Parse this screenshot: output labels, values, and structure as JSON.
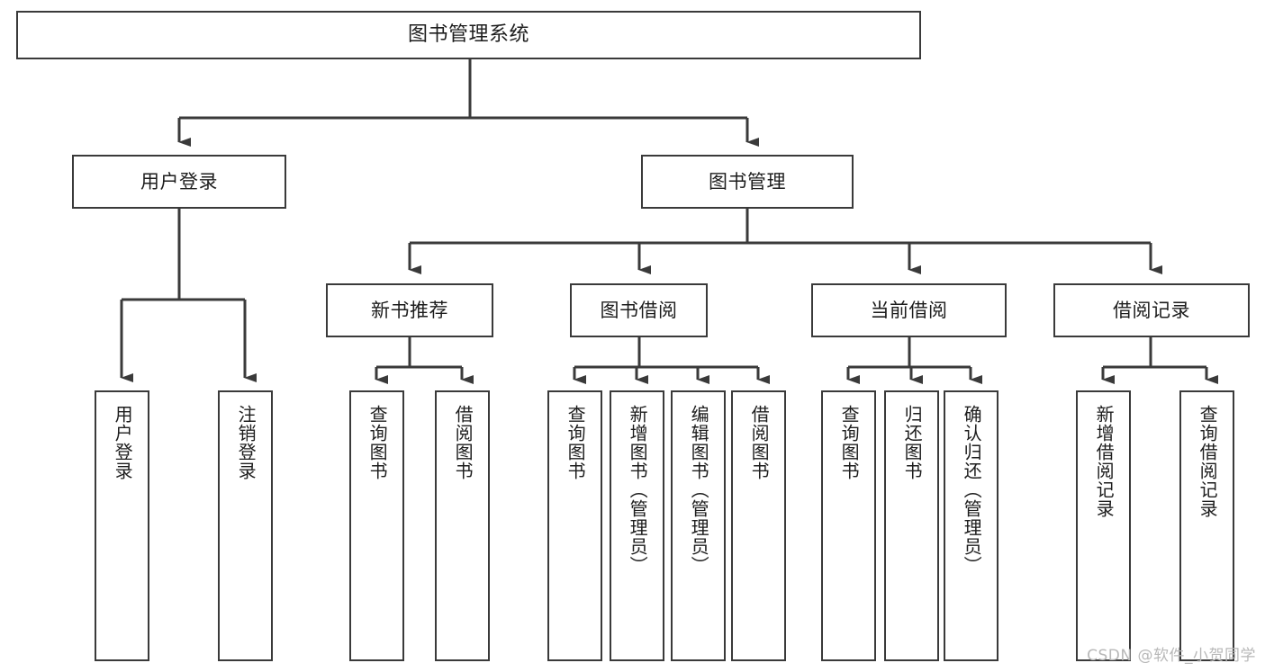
{
  "diagram": {
    "title": "图书管理系统",
    "type": "tree",
    "watermark": "CSDN @软件_小贺同学",
    "colors": {
      "background": "#ffffff",
      "box_border": "#3a3a3a",
      "box_fill": "#ffffff",
      "connector": "#3a3a3a",
      "text": "#1d1d1d",
      "watermark": "#b8b8b8"
    },
    "root": {
      "label": "图书管理系统"
    },
    "level2": [
      {
        "id": "user-login",
        "label": "用户登录"
      },
      {
        "id": "book-manage",
        "label": "图书管理"
      }
    ],
    "level3": [
      {
        "id": "new-book-rec",
        "label": "新书推荐"
      },
      {
        "id": "book-borrow",
        "label": "图书借阅"
      },
      {
        "id": "current-borrow",
        "label": "当前借阅"
      },
      {
        "id": "borrow-record",
        "label": "借阅记录"
      }
    ],
    "leaves": [
      {
        "id": "leaf-user-login",
        "label": "用户登录",
        "parent": "user-login"
      },
      {
        "id": "leaf-logout-login",
        "label": "注销登录",
        "parent": "user-login"
      },
      {
        "id": "leaf-query-book-1",
        "label": "查询图书",
        "parent": "new-book-rec"
      },
      {
        "id": "leaf-borrow-book-1",
        "label": "借阅图书",
        "parent": "new-book-rec"
      },
      {
        "id": "leaf-query-book-2",
        "label": "查询图书",
        "parent": "book-borrow"
      },
      {
        "id": "leaf-add-book",
        "label": "新增图书（管理员）",
        "parent": "book-borrow"
      },
      {
        "id": "leaf-edit-book",
        "label": "编辑图书（管理员）",
        "parent": "book-borrow"
      },
      {
        "id": "leaf-borrow-book-2",
        "label": "借阅图书",
        "parent": "book-borrow"
      },
      {
        "id": "leaf-query-book-3",
        "label": "查询图书",
        "parent": "current-borrow"
      },
      {
        "id": "leaf-return-book",
        "label": "归还图书",
        "parent": "current-borrow"
      },
      {
        "id": "leaf-confirm-return",
        "label": "确认归还（管理员）",
        "parent": "current-borrow"
      },
      {
        "id": "leaf-add-record",
        "label": "新增借阅记录",
        "parent": "borrow-record"
      },
      {
        "id": "leaf-query-record",
        "label": "查询借阅记录",
        "parent": "borrow-record"
      }
    ]
  }
}
